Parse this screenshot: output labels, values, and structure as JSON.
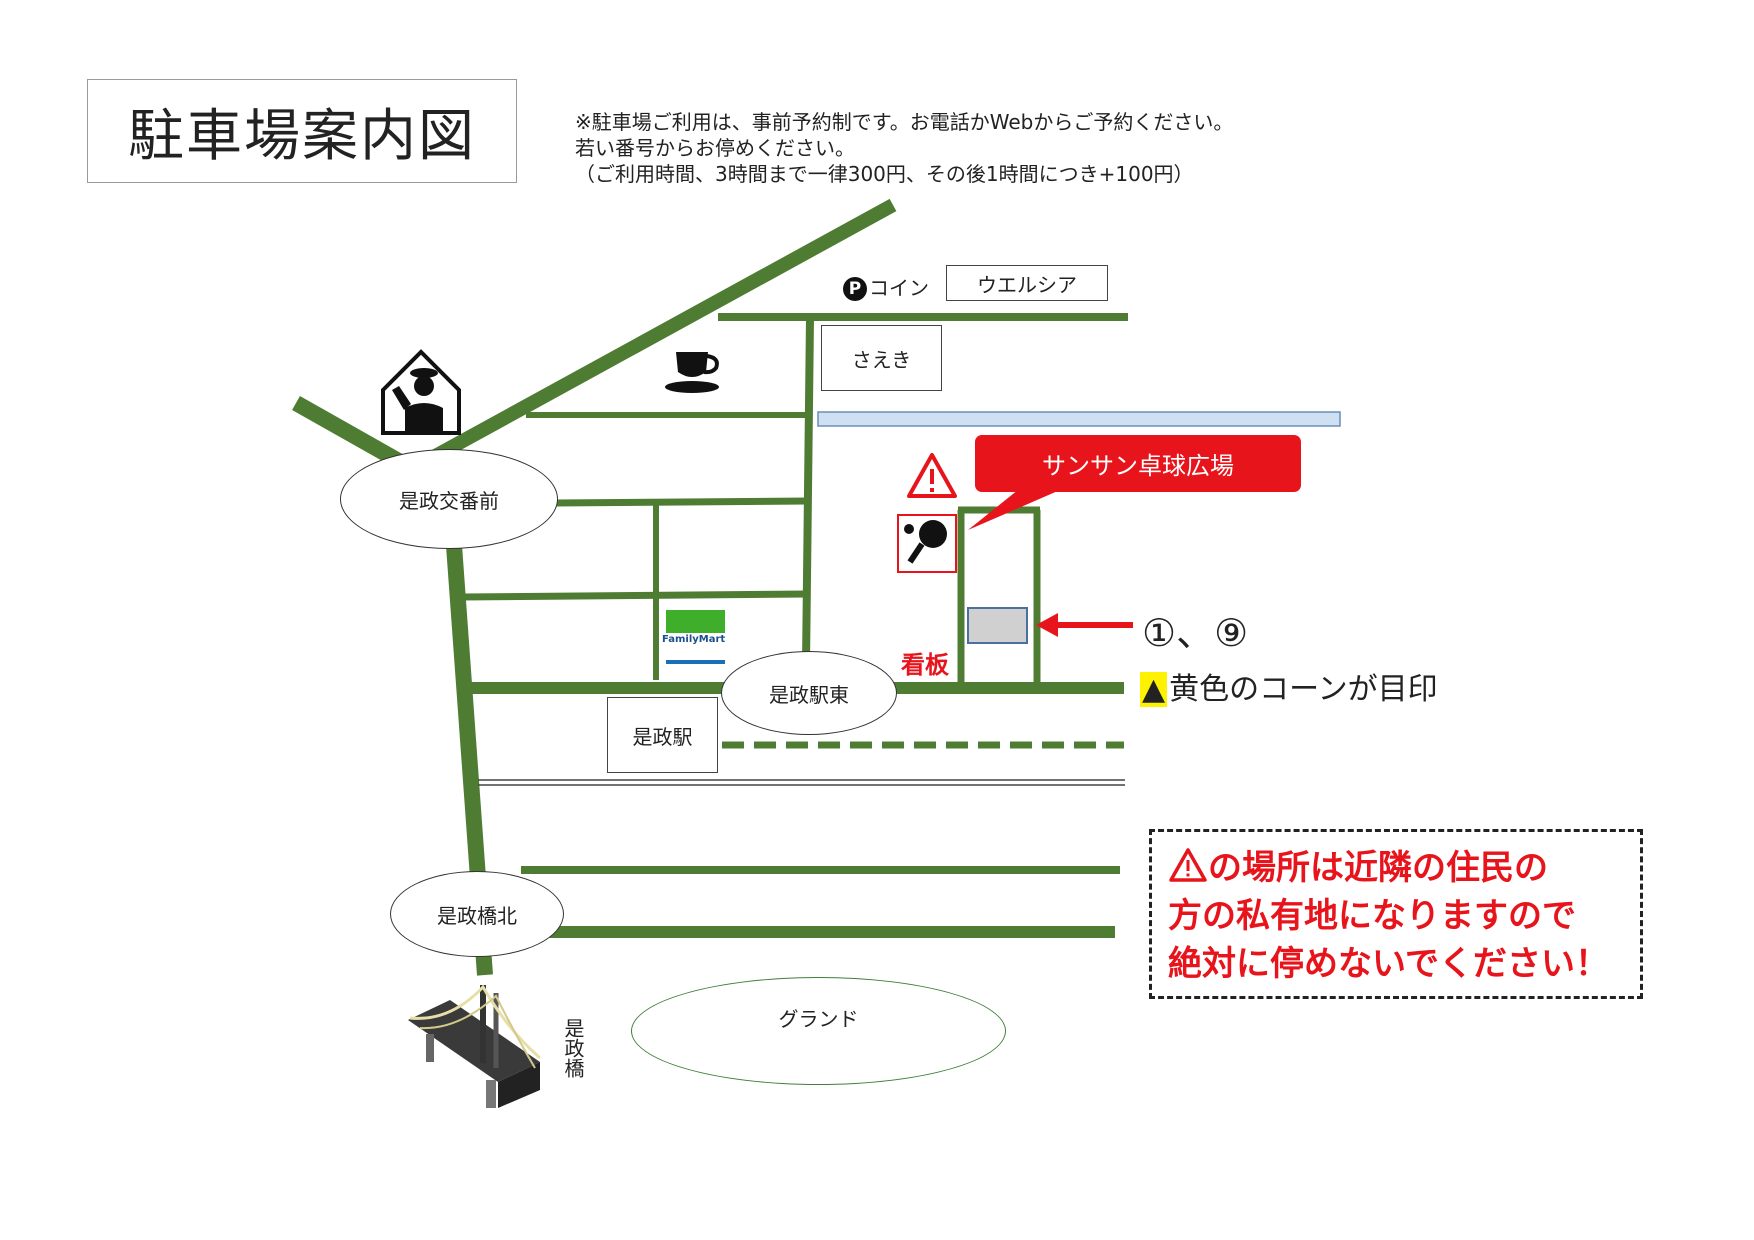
{
  "title": "駐車場案内図",
  "notes": [
    "※駐車場ご利用は、事前予約制です。お電話かWebからご予約ください。",
    "若い番号からお停めください。",
    "（ご利用時間、3時間まで一律300円、その後1時間につき+100円）"
  ],
  "places": {
    "coin_parking": "コイン",
    "coin_parking_symbol": "P",
    "welcia": "ウエルシア",
    "saeki": "さえき",
    "venue": "サンサン卓球広場",
    "koban_intersection": "是政交番前",
    "station_east": "是政駅東",
    "station": "是政駅",
    "bridge_north": "是政橋北",
    "ground": "グランド",
    "bridge": "是政橋",
    "familymart": "FamilyMart",
    "signboard": "看板"
  },
  "parking": {
    "lot_numbers": "①、⑨",
    "cone_mark": "▲",
    "cone_text": "黄色のコーンが目印"
  },
  "warning": {
    "line1": "の場所は近隣の住民の",
    "line2": "方の私有地になりますので",
    "line3": "絶対に停めないでください！"
  },
  "icons": [
    "police-box-icon",
    "coffee-cup-icon",
    "warning-triangle-icon",
    "table-tennis-icon",
    "familymart-logo",
    "bridge-icon",
    "arrow-icon"
  ],
  "colors": {
    "road": "#4f7c33",
    "accent_red": "#e8141c",
    "river": "#cfe0f2",
    "cone_highlight": "#fff200",
    "familymart_green": "#3fae2a",
    "familymart_blue": "#1c6fb6"
  }
}
